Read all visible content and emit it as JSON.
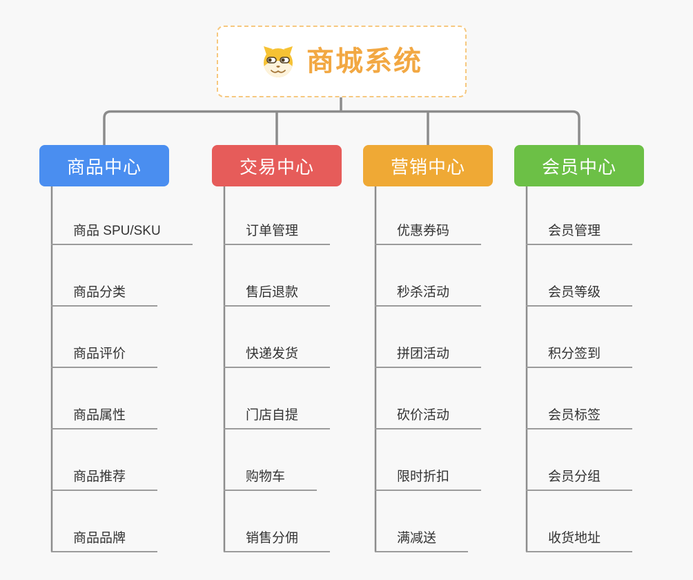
{
  "root": {
    "title": "商城系统",
    "icon": "dog-face-icon",
    "title_color": "#f2a843",
    "border_color": "#f6c87f"
  },
  "theme": {
    "background": "#f8f8f8",
    "connector_color": "#8c8c8c",
    "underline_color": "#9b9b9b",
    "leaf_text_color": "#333333"
  },
  "branches": [
    {
      "label": "商品中心",
      "color": "#4a8ef0",
      "items": [
        "商品 SPU/SKU",
        "商品分类",
        "商品评价",
        "商品属性",
        "商品推荐",
        "商品品牌"
      ]
    },
    {
      "label": "交易中心",
      "color": "#e65c5a",
      "items": [
        "订单管理",
        "售后退款",
        "快递发货",
        "门店自提",
        "购物车",
        "销售分佣"
      ]
    },
    {
      "label": "营销中心",
      "color": "#efa935",
      "items": [
        "优惠券码",
        "秒杀活动",
        "拼团活动",
        "砍价活动",
        "限时折扣",
        "满减送"
      ]
    },
    {
      "label": "会员中心",
      "color": "#6cc046",
      "items": [
        "会员管理",
        "会员等级",
        "积分签到",
        "会员标签",
        "会员分组",
        "收货地址"
      ]
    }
  ]
}
